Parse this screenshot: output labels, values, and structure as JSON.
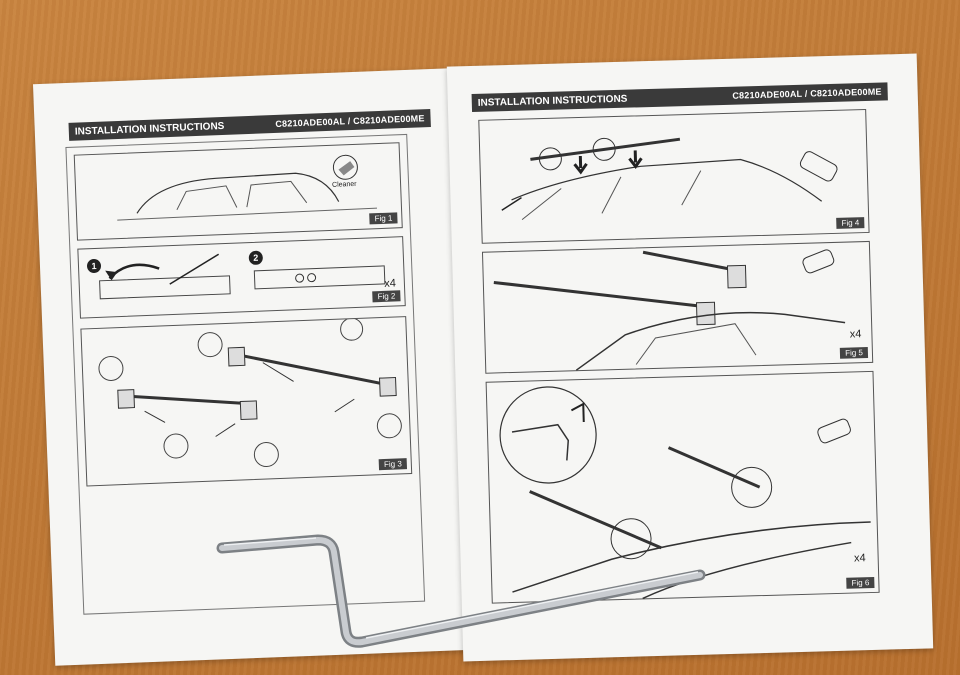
{
  "left_sheet": {
    "header_title": "INSTALLATION INSTRUCTIONS",
    "header_model": "C8210ADE00AL / C8210ADE00ME",
    "fig1_label": "Fig 1",
    "cleaner_label": "Cleaner",
    "step1": "1",
    "step2": "2",
    "fig2_count": "x4",
    "fig2_label": "Fig 2",
    "fig3_label": "Fig 3"
  },
  "right_sheet": {
    "header_title": "INSTALLATION INSTRUCTIONS",
    "header_model": "C8210ADE00AL / C8210ADE00ME",
    "fig4_label": "Fig 4",
    "fig5_count": "x4",
    "fig5_label": "Fig 5",
    "fig6_count": "x4",
    "fig6_label": "Fig 6"
  },
  "colors": {
    "table": "#c07a36",
    "paper": "#f6f6f4",
    "header_band": "#3a3a3a",
    "rod": "#b8bcc0"
  }
}
